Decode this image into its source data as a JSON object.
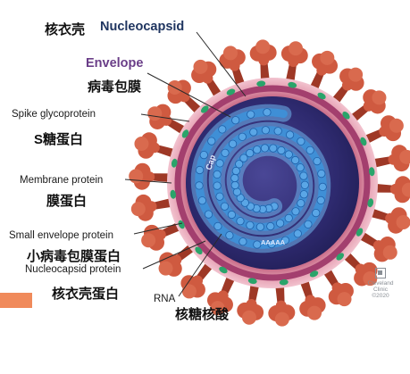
{
  "labels": {
    "nucleocapsid_cn": "核衣壳",
    "nucleocapsid_en": "Nucleocapsid",
    "envelope_en": "Envelope",
    "envelope_cn": "病毒包膜",
    "spike_en": "Spike glycoprotein",
    "spike_cn": "S糖蛋白",
    "membrane_en": "Membrane protein",
    "membrane_cn": "膜蛋白",
    "small_env_en": "Small envelope protein",
    "small_env_cn": "小病毒包膜蛋白",
    "ncp_en": "Nucleocapsid protein",
    "ncp_cn": "核衣壳蛋白",
    "rna_en": "RNA",
    "rna_cn": "核糖核酸"
  },
  "inner": {
    "cap_text": "Cap",
    "polya_text": "AAAAA"
  },
  "logo": {
    "line1": "Cleveland",
    "line2": "Clinic",
    "line3": "©2020"
  },
  "colors": {
    "spike": "#cf5a40",
    "spike_dark": "#9e3826",
    "envelope_outer": "#d98a9e",
    "envelope_band": "#a33f6e",
    "membrane_protein": "#2aa46a",
    "interior": "#2e2a6f",
    "rna": "#3f8fd6",
    "accent": "#f08a5b"
  }
}
